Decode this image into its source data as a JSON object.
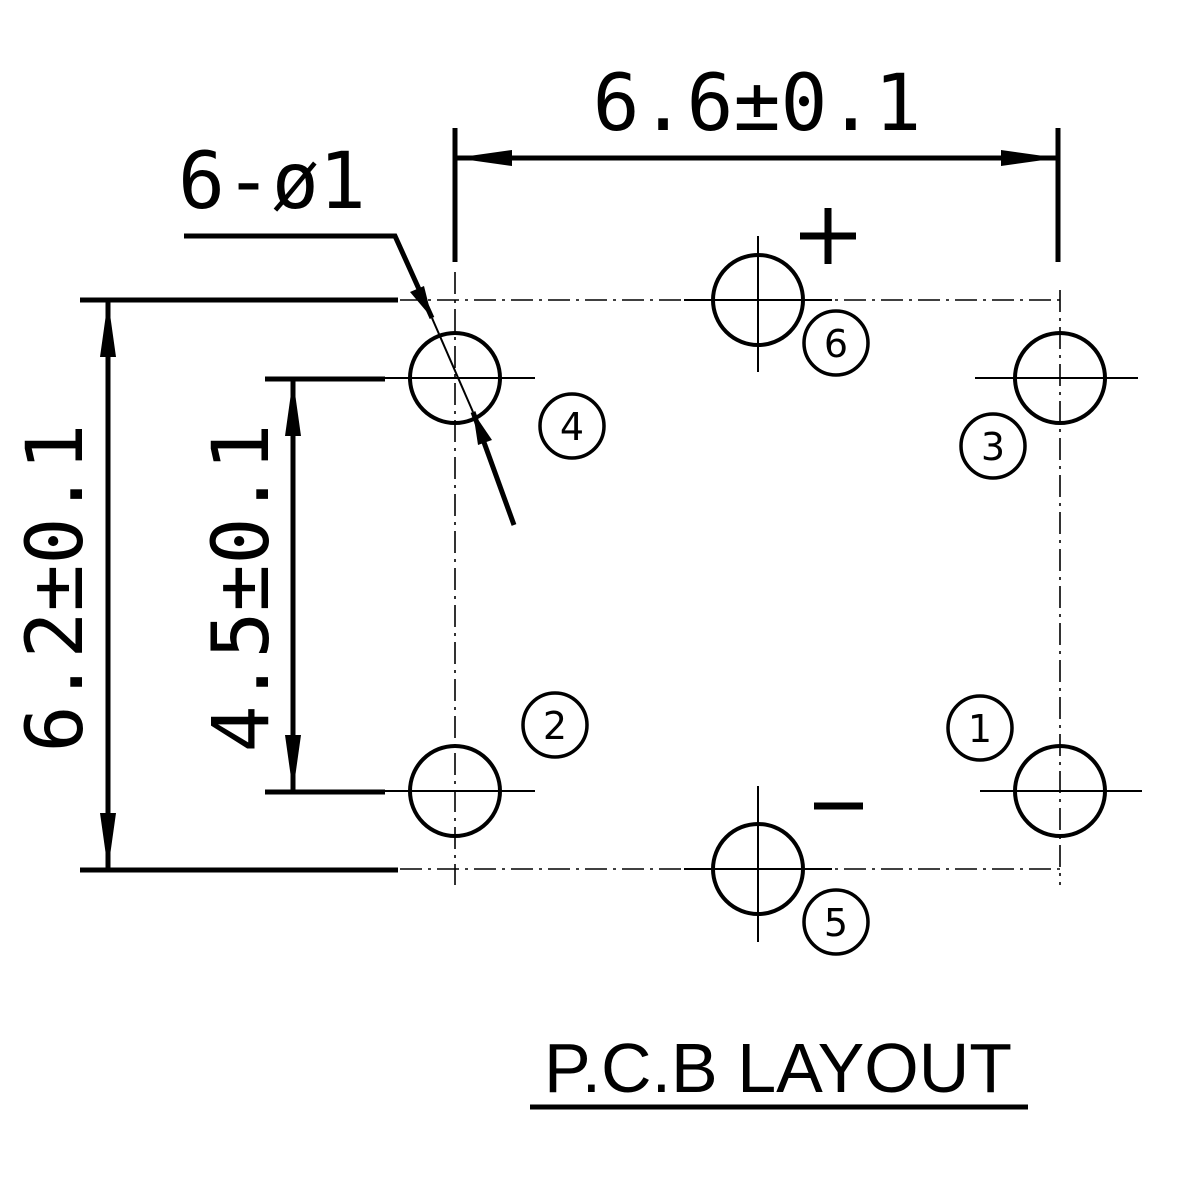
{
  "dimensions": {
    "width_label": "6.6±0.1",
    "hole_label": "6-ø1",
    "outer_height_label": "6.2±0.1",
    "inner_height_label": "4.5±0.1"
  },
  "polarity": {
    "plus": "+",
    "minus": "−"
  },
  "pins": [
    {
      "number": "1"
    },
    {
      "number": "2"
    },
    {
      "number": "3"
    },
    {
      "number": "4"
    },
    {
      "number": "5"
    },
    {
      "number": "6"
    }
  ],
  "title": "P.C.B LAYOUT"
}
